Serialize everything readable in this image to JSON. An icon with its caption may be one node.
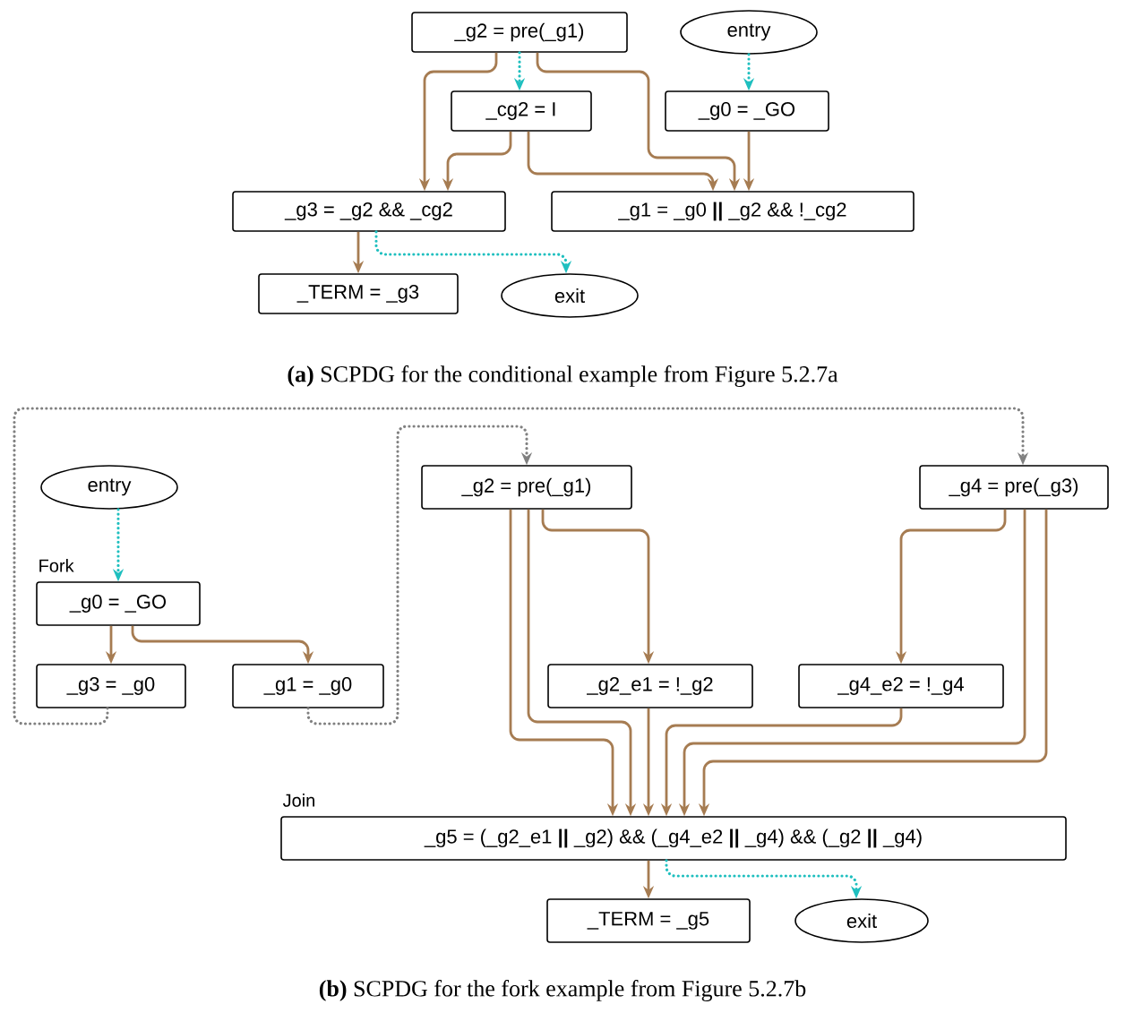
{
  "diagram": {
    "nodes": [
      {
        "text": [
          "_g2 = pre(_g1)"
        ]
      },
      {
        "text": [
          "entry"
        ]
      },
      {
        "text": [
          "_cg2 = I"
        ]
      },
      {
        "text": [
          "_g0 = _GO"
        ]
      },
      {
        "text": [
          "_g3 = _g2 && _cg2"
        ]
      },
      {
        "text": [
          "_g1 = _g0 **||** _g2 && !_cg2"
        ]
      },
      {
        "text": [
          "_TERM = _g3"
        ]
      },
      {
        "text": [
          "exit"
        ]
      },
      {
        "text": [
          "entry"
        ]
      },
      {
        "text": [
          "_g0 = _GO"
        ],
        "beside": [
          "Fork"
        ]
      },
      {
        "text": [
          "_g3 = _g0"
        ]
      },
      {
        "text": [
          "_g1 = _g0"
        ]
      },
      {
        "text": [
          "_g2 = pre(_g1)"
        ]
      },
      {
        "text": [
          "_g4 = pre(_g3)"
        ]
      },
      {
        "text": [
          "_g2_e1 = !_g2"
        ]
      },
      {
        "text": [
          "_g4_e2 = !_g4"
        ]
      },
      {
        "text": [
          "_g5 = (_g2_e1 **||** _g2) && (_g4_e2 **||** _g4) && (_g2 **||** _g4)"
        ],
        "beside": [
          "Join"
        ]
      },
      {
        "text": [
          "_TERM = _g5"
        ]
      },
      {
        "text": [
          "exit"
        ]
      }
    ],
    "edges": [
      {
        "from": 0,
        "to": 4,
        "arrow": "to"
      },
      {
        "from": 0,
        "to": 2,
        "arrow": "to",
        "style": "dashed",
        "color": "#1fbfbf"
      },
      {
        "from": 0,
        "to": 5,
        "arrow": "to"
      },
      {
        "from": 1,
        "to": 3,
        "arrow": "to",
        "style": "dashed",
        "color": "#1fbfbf"
      },
      {
        "from": 2,
        "to": 4,
        "arrow": "to"
      },
      {
        "from": 2,
        "to": 5,
        "arrow": "to"
      },
      {
        "from": 3,
        "to": 5,
        "arrow": "to"
      },
      {
        "from": 4,
        "to": 6,
        "arrow": "to"
      },
      {
        "from": 4,
        "to": 7,
        "arrow": "to",
        "style": "dashed",
        "color": "#1fbfbf"
      },
      {
        "from": 8,
        "to": 9,
        "arrow": "to",
        "style": "dashed",
        "color": "#1fbfbf"
      },
      {
        "from": 9,
        "to": 10,
        "arrow": "to"
      },
      {
        "from": 9,
        "to": 11,
        "arrow": "to"
      },
      {
        "from": 10,
        "to": 13,
        "arrow": "to",
        "style": "dashed",
        "color": "#808080"
      },
      {
        "from": 11,
        "to": 12,
        "arrow": "to",
        "style": "dashed",
        "color": "#808080"
      },
      {
        "from": 12,
        "to": 14,
        "arrow": "to"
      },
      {
        "from": 12,
        "to": 16,
        "arrow": "to"
      },
      {
        "from": 12,
        "to": 16,
        "arrow": "to"
      },
      {
        "from": 13,
        "to": 15,
        "arrow": "to"
      },
      {
        "from": 13,
        "to": 16,
        "arrow": "to"
      },
      {
        "from": 13,
        "to": 16,
        "arrow": "to"
      },
      {
        "from": 14,
        "to": 16,
        "arrow": "to"
      },
      {
        "from": 15,
        "to": 16,
        "arrow": "to"
      },
      {
        "from": 16,
        "to": 17,
        "arrow": "to"
      },
      {
        "from": 16,
        "to": 18,
        "arrow": "to",
        "style": "dashed",
        "color": "#1fbfbf"
      }
    ],
    "labels": [
      "**(a)** SCPDG for the conditional example from Figure 5.2.7a",
      "**(b)** SCPDG for the fork example from Figure 5.2.7b"
    ]
  }
}
